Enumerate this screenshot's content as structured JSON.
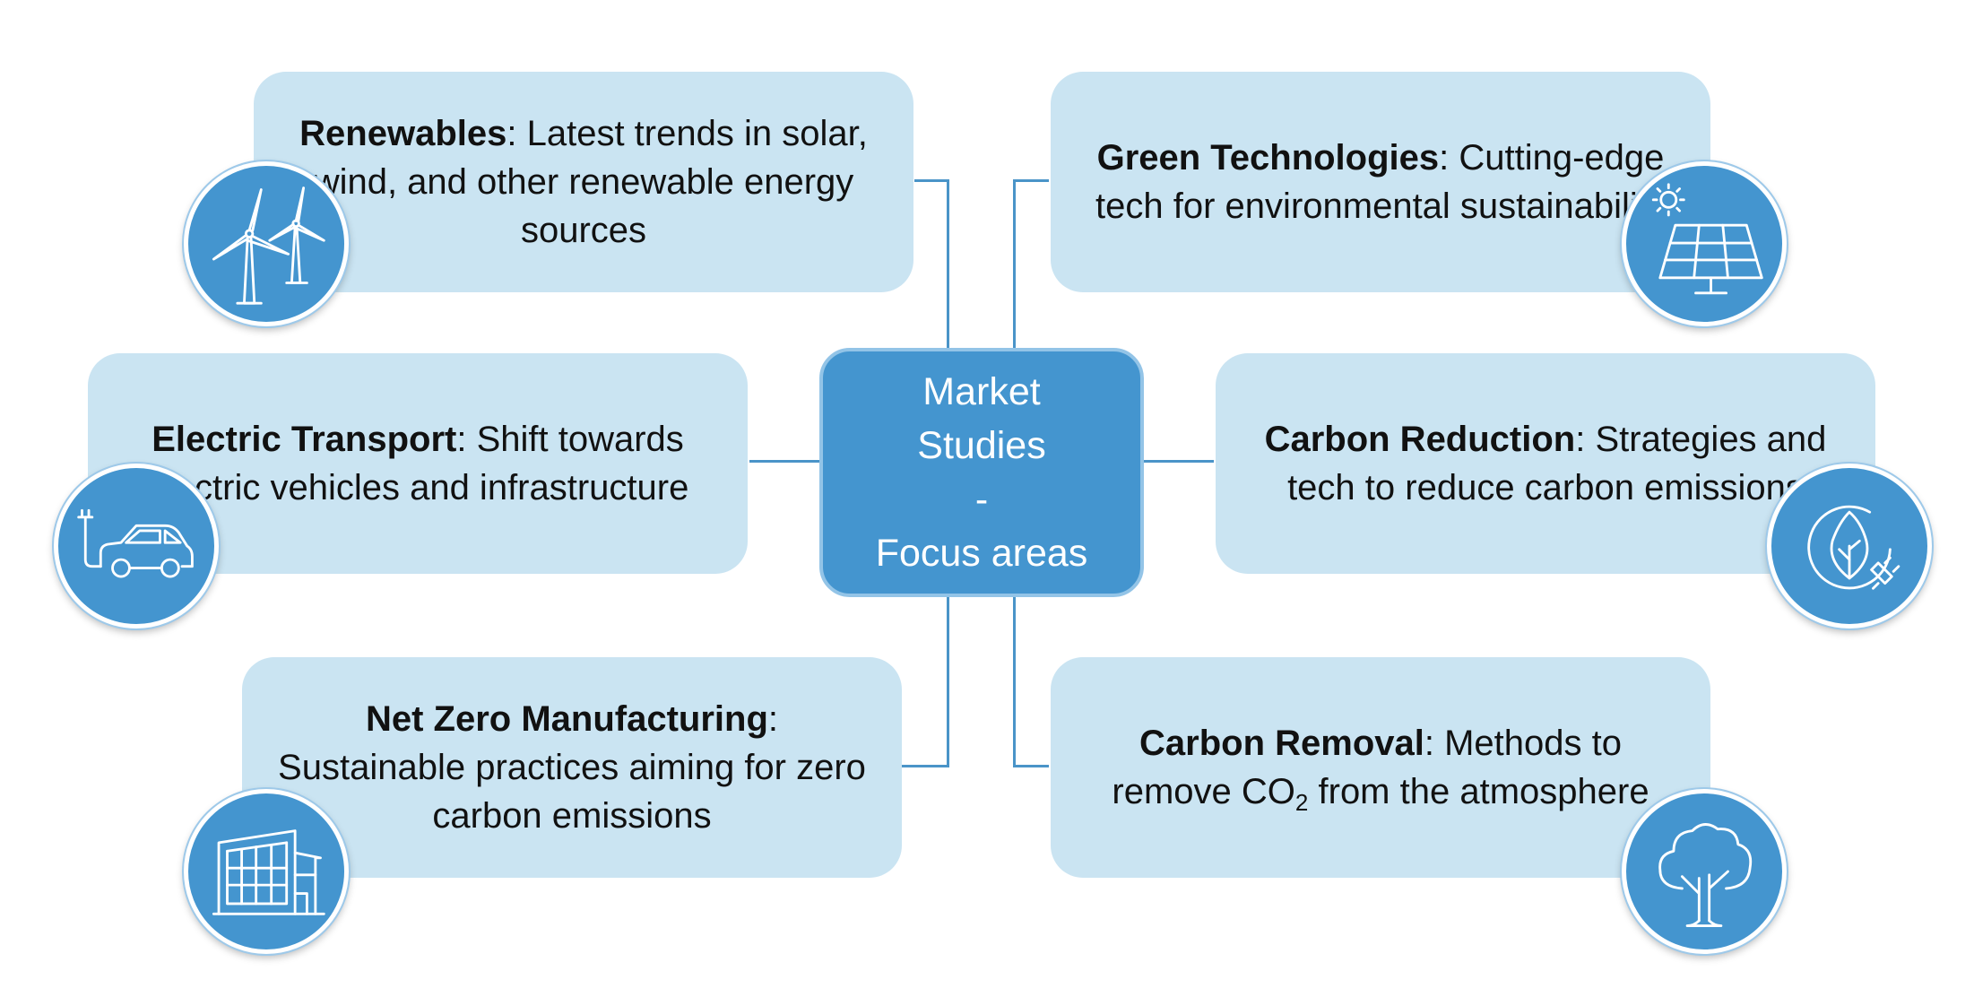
{
  "center": {
    "line1": "Market",
    "line2": "Studies",
    "line3": "-",
    "line4": "Focus areas"
  },
  "cards": {
    "renewables": {
      "title": "Renewables",
      "desc": ": Latest trends in solar, wind, and other renewable energy sources",
      "icon": "wind-turbine-icon"
    },
    "green_tech": {
      "title": "Green Technologies",
      "desc": ": Cutting-edge tech for environmental sustainability",
      "icon": "solar-panel-icon"
    },
    "electric_transport": {
      "title": "Electric Transport",
      "desc": ": Shift towards electric vehicles and infrastructure",
      "icon": "electric-car-icon"
    },
    "carbon_reduction": {
      "title": "Carbon Reduction",
      "desc": ": Strategies and tech to reduce carbon emissions",
      "icon": "eco-leaf-plug-icon"
    },
    "net_zero": {
      "title": "Net Zero Manufacturing",
      "desc": ": Sustainable practices aiming for zero carbon emissions",
      "icon": "factory-icon"
    },
    "carbon_removal": {
      "title": "Carbon Removal",
      "desc_pre": ": Methods to remove CO",
      "desc_sub": "2",
      "desc_post": " from the atmosphere",
      "icon": "tree-icon"
    }
  },
  "colors": {
    "card_bg": "#cae4f2",
    "accent": "#4495cf",
    "connector": "#4a94c8",
    "center_border": "#93c4e7"
  }
}
